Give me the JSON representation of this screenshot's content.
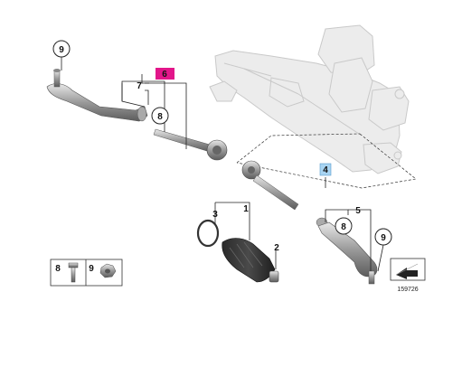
{
  "callouts": {
    "c9_top": "9",
    "c6_highlight": "6",
    "c7": "7",
    "c8_left": "8",
    "c4_highlight": "4",
    "c3": "3",
    "c1": "1",
    "c2": "2",
    "c5": "5",
    "c8_right": "8",
    "c9_right": "9"
  },
  "legend": {
    "bolt_number": "8",
    "nut_number": "9"
  },
  "diagram_id": "159726",
  "colors": {
    "highlight_6": "#e2168a",
    "highlight_4": "#a8d4f2",
    "ghost": "#c9c9c9",
    "part": "#7a7a7a"
  },
  "icons": {
    "orientation_arrow": "arrow-icon"
  }
}
